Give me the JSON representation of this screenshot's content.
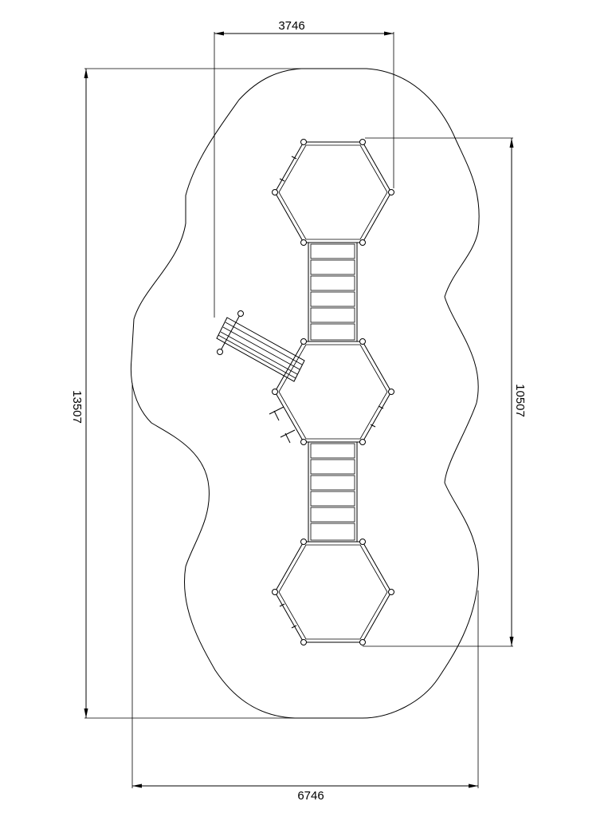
{
  "dimensions": {
    "top_width": "3746",
    "bottom_width": "6746",
    "left_height": "13507",
    "right_height": "10507"
  },
  "colors": {
    "line": "#000000",
    "background": "#ffffff"
  }
}
